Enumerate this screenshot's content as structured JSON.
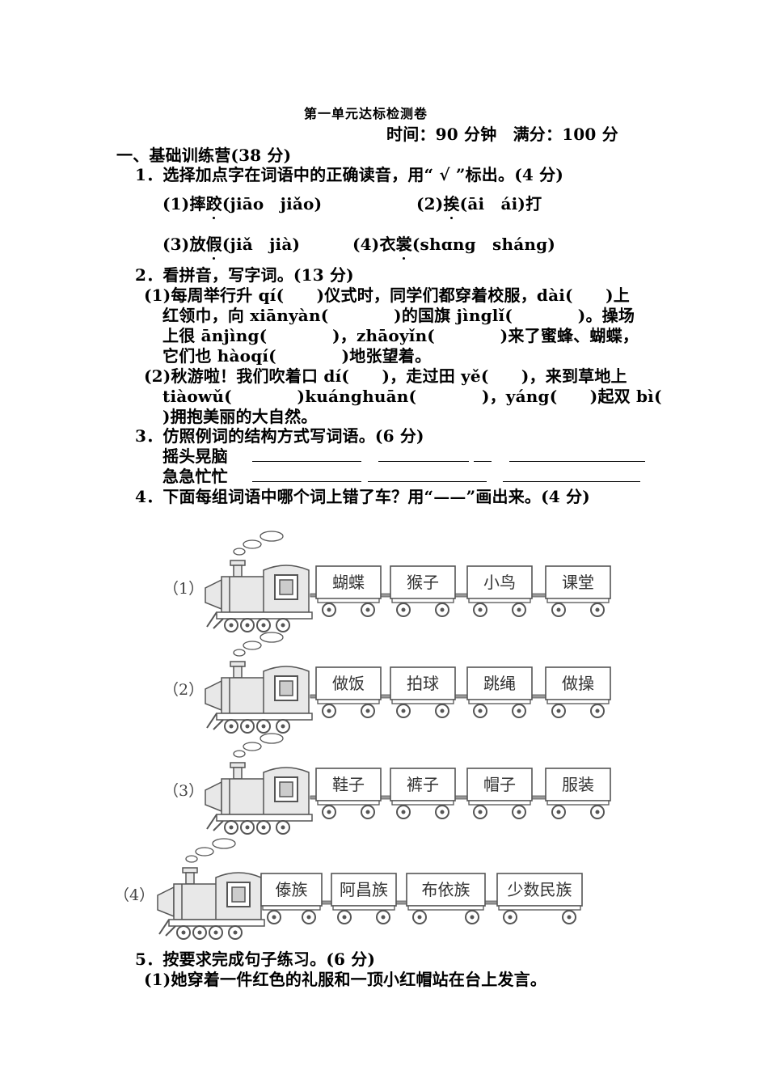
{
  "header": {
    "title": "第一单元达标检测卷",
    "time_info": "时间：90 分钟　满分：100 分"
  },
  "section1": {
    "heading": "一、基础训练营(38 分)",
    "q1": {
      "title": "1．选择加点字在词语中的正确读音，用“ √ ”标出。(4 分)",
      "items": [
        {
          "pre": "(1)摔",
          "dot": "跤",
          "post": "(jiāo　jiǎo)"
        },
        {
          "pre": "(2)",
          "dot": "挨",
          "post": "(āi　ái)打"
        },
        {
          "pre": "(3)放",
          "dot": "假",
          "post": "(jiǎ　jià)"
        },
        {
          "pre": "(4)衣",
          "dot": "裳",
          "post": "(shɑnɡ　shánɡ)"
        }
      ]
    },
    "q2": {
      "title": "2．看拼音，写字词。(13 分)",
      "lines": [
        "(1)每周举行升 qí(　　)仪式时，同学们都穿着校服，dài(　　)上",
        "红领巾，向 xiānyàn(　　　　)的国旗 jìnglǐ(　　　　)。操场",
        "上很 ānjìng(　　　　)，zhāoyǐn(　　　　)来了蜜蜂、蝴蝶，",
        "它们也 hàoqí(　　　　)地张望着。",
        "(2)秋游啦！我们吹着口 dí(　　)，走过田 yě(　　)，来到草地上",
        "tiàowǔ(　　　　)kuánghuān(　　　　)，yáng(　　)起双 bì(",
        ")拥抱美丽的大自然。"
      ]
    },
    "q3": {
      "title": "3．仿照例词的结构方式写词语。(6 分)",
      "examples": [
        "摇头晃脑",
        "急急忙忙"
      ]
    },
    "q4": {
      "title": "4．下面每组词语中哪个词上错了车？用“——”画出来。(4 分)",
      "trains": [
        {
          "label": "（1）",
          "cars": [
            "蝴蝶",
            "猴子",
            "小鸟",
            "课堂"
          ]
        },
        {
          "label": "（2）",
          "cars": [
            "做饭",
            "拍球",
            "跳绳",
            "做操"
          ]
        },
        {
          "label": "（3）",
          "cars": [
            "鞋子",
            "裤子",
            "帽子",
            "服装"
          ]
        },
        {
          "label": "（4）",
          "cars": [
            "傣族",
            "阿昌族",
            "布依族",
            "少数民族"
          ]
        }
      ]
    },
    "q5": {
      "title": "5．按要求完成句子练习。(6 分)",
      "sentence": "(1)她穿着一件红色的礼服和一顶小红帽站在台上发言。"
    }
  }
}
